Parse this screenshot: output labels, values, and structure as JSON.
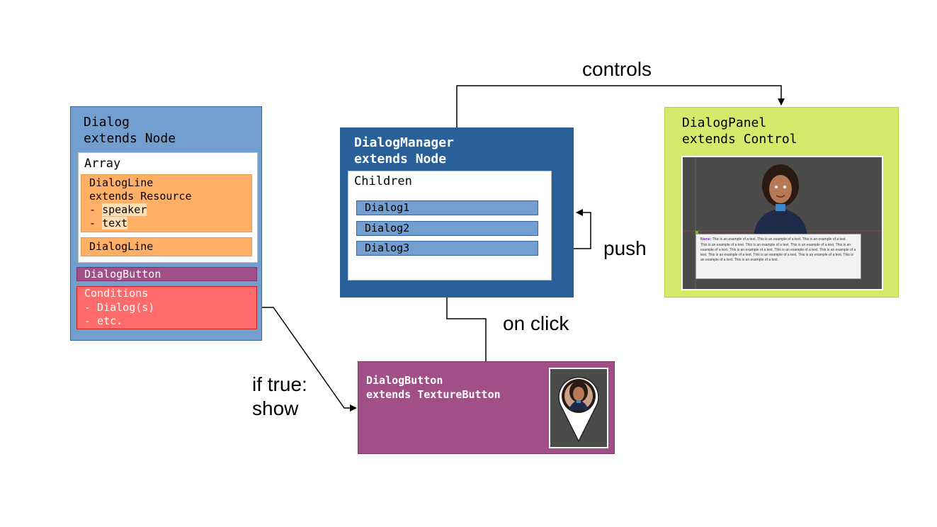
{
  "dialog": {
    "title_line1": "Dialog",
    "title_line2": "extends Node",
    "array_label": "Array",
    "dialogline1": {
      "line1": "DialogLine",
      "line2": "extends Resource",
      "prefix3": "- ",
      "speaker": "speaker",
      "prefix4": "- ",
      "text": "text"
    },
    "dialogline2": "DialogLine",
    "dialogbutton_label": "DialogButton",
    "conditions": {
      "line1": "Conditions",
      "line2": "- Dialog(s)",
      "line3": "- etc."
    }
  },
  "manager": {
    "title_line1": "DialogManager",
    "title_line2": "extends Node",
    "children_label": "Children",
    "children": [
      "Dialog1",
      "Dialog2",
      "Dialog3"
    ]
  },
  "panel": {
    "title_line1": "DialogPanel",
    "title_line2": "extends Control",
    "preview_name": "Name:",
    "preview_name_text": "This is an example of a text. This is an example of a text. This is an example of a text.",
    "preview_body": "This is an example of a text. This is an example of a text. This is an example of a text. This is an example of a text. This is an example of a text. This is an example of a text. This is an example of a text. This is an example of a text. This is an example of a text. This is an example of a text. This is an example of a text. This is an example of a text."
  },
  "button": {
    "title_line1": "DialogButton",
    "title_line2": "extends TextureButton"
  },
  "labels": {
    "controls": "controls",
    "push": "push",
    "on_click": "on click",
    "if_true_line1": "if true:",
    "if_true_line2": "show"
  },
  "colors": {
    "dialog_blue": "#729fcf",
    "manager_blue": "#2a6099",
    "orange": "#ffb066",
    "purple": "#a14f87",
    "red": "#ff6b6b",
    "lime": "#d4ea6b",
    "preview_gray": "#4b4b4b"
  }
}
